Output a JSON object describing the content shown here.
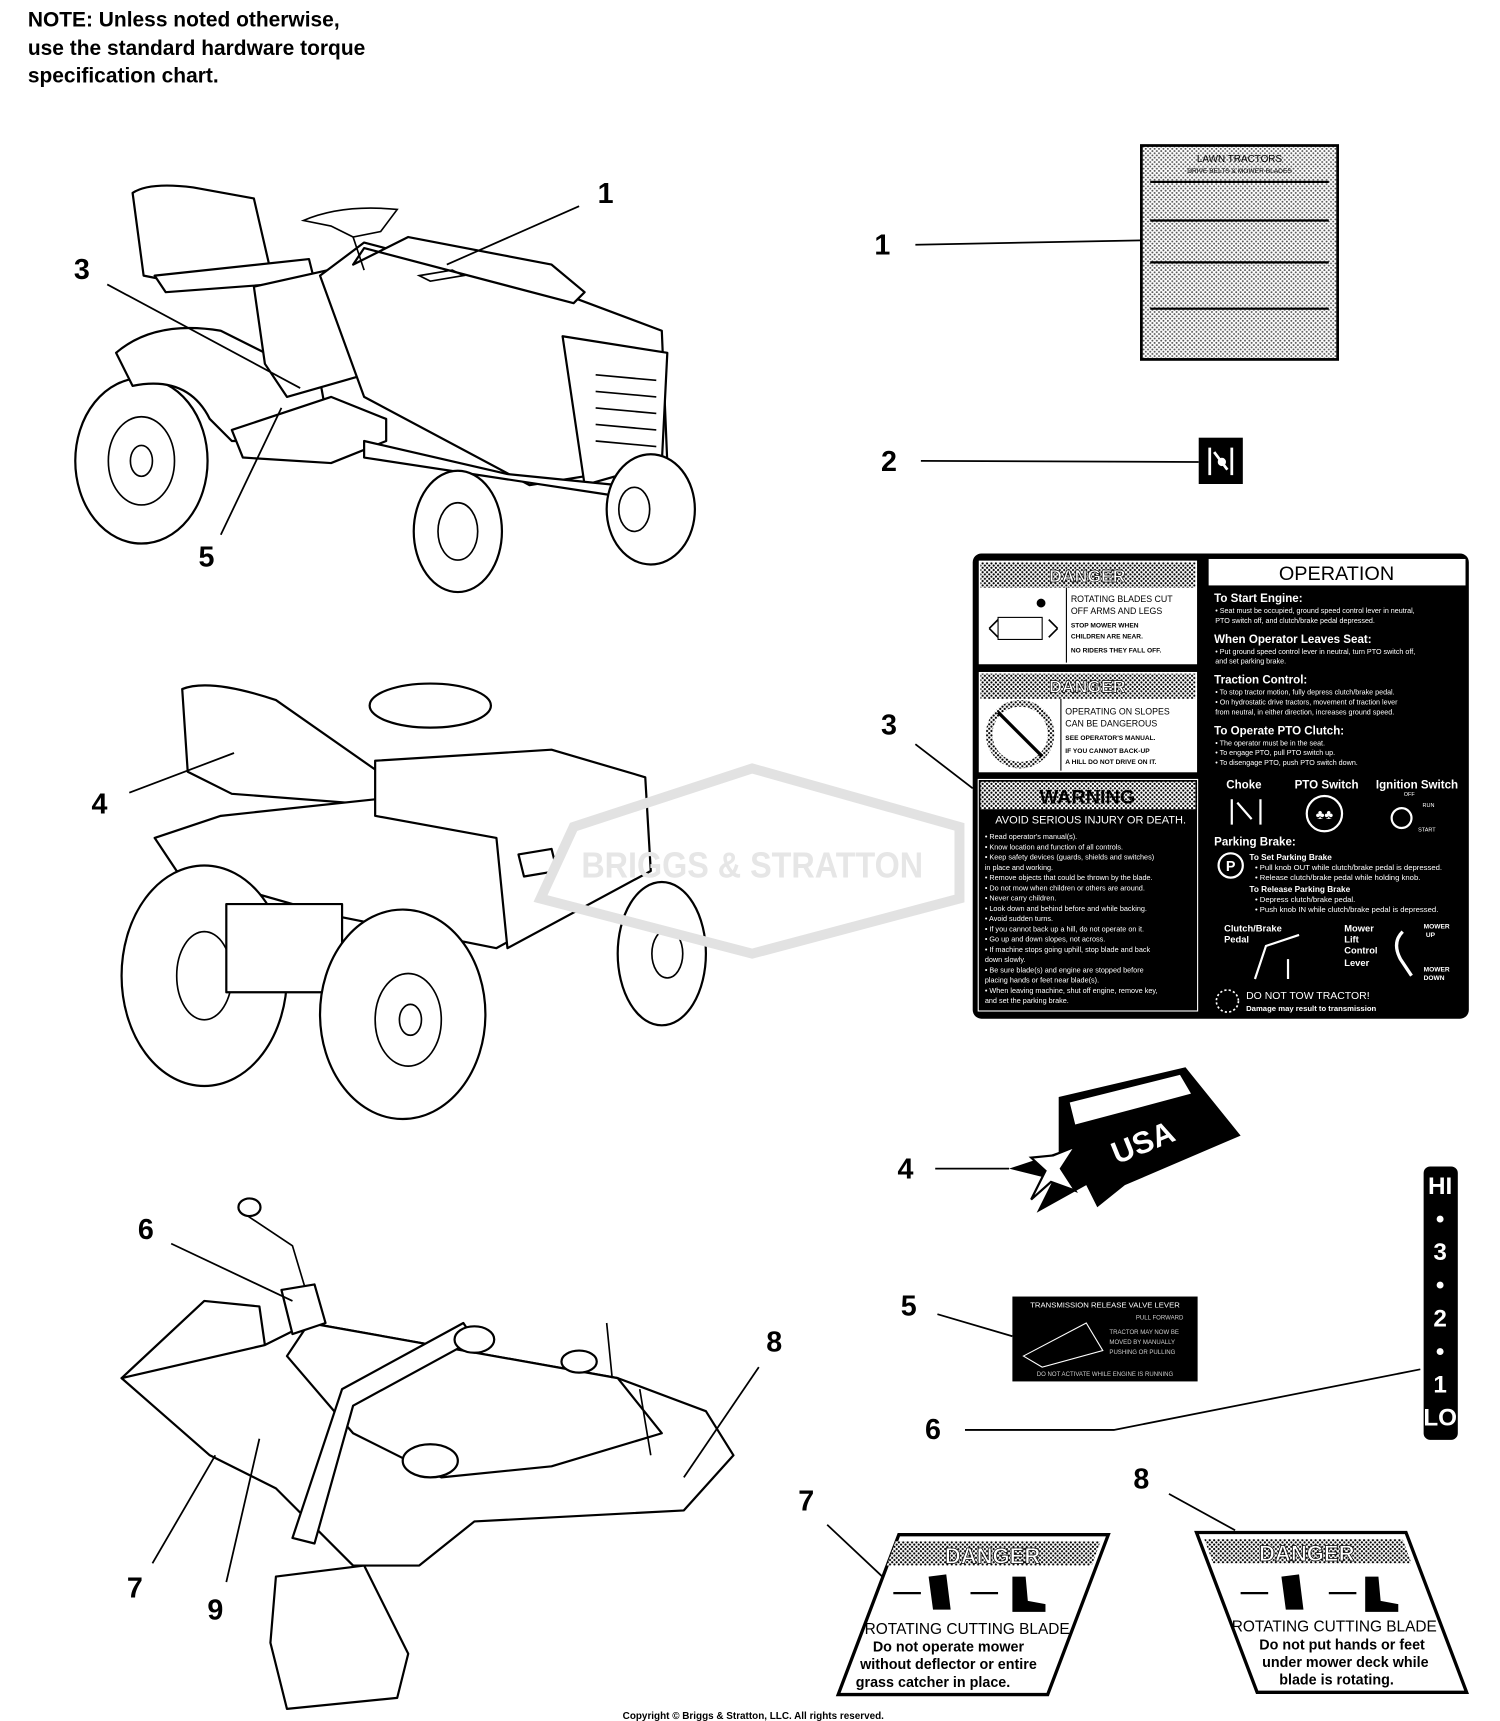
{
  "note": [
    "NOTE: Unless noted otherwise,",
    "use the standard hardware torque",
    "specification chart."
  ],
  "watermark": "BRIGGS & STRATTON",
  "callouts": {
    "tractor_front": [
      "1",
      "3",
      "5"
    ],
    "tractor_rear": [
      "4"
    ],
    "deck": [
      "6",
      "8",
      "7",
      "9"
    ],
    "decals": [
      "1",
      "2",
      "3",
      "4",
      "5",
      "6",
      "7",
      "8"
    ]
  },
  "decal1": {
    "title": "LAWN TRACTORS",
    "subtitle": "DRIVE BELTS & MOWER BLADES"
  },
  "decal2": {
    "icon": "choke-icon"
  },
  "decal3": {
    "danger1": {
      "header": "DANGER",
      "lines": [
        "ROTATING BLADES CUT",
        "OFF ARMS AND LEGS",
        "STOP MOWER WHEN",
        "CHILDREN ARE NEAR.",
        "NO RIDERS    THEY FALL OFF."
      ]
    },
    "danger2": {
      "header": "DANGER",
      "lines": [
        "OPERATING ON SLOPES",
        "CAN BE DANGEROUS",
        "SEE OPERATOR'S MANUAL.",
        "IF YOU CANNOT BACK-UP",
        "A HILL    DO NOT DRIVE ON IT."
      ]
    },
    "warning": {
      "header": "WARNING",
      "subheader": "AVOID SERIOUS INJURY OR DEATH.",
      "bullets": [
        "• Read operator's manual(s).",
        "• Know location and function of all controls.",
        "• Keep safety devices (guards, shields and switches)",
        "   in place and working.",
        "• Remove objects that could be thrown by the blade.",
        "• Do not mow when children or others are around.",
        "• Never carry children.",
        "• Look down and behind before and while backing.",
        "• Avoid sudden turns.",
        "• If you cannot back up a hill, do not operate on it.",
        "• Go up and down slopes, not across.",
        "• If machine stops going uphill, stop blade and back",
        "   down slowly.",
        "• Be sure blade(s) and engine are stopped before",
        "   placing hands or feet near blade(s).",
        "• When leaving machine, shut off engine, remove key,",
        "   and set the parking brake."
      ]
    },
    "operation": {
      "title": "OPERATION",
      "sections": [
        {
          "heading": "To Start Engine:",
          "lines": [
            "• Seat must be occupied, ground speed control lever in neutral,",
            "  PTO switch off, and clutch/brake pedal depressed."
          ]
        },
        {
          "heading": "When Operator Leaves Seat:",
          "lines": [
            "• Put ground speed control lever in neutral, turn PTO switch off,",
            "  and set parking brake."
          ]
        },
        {
          "heading": "Traction Control:",
          "lines": [
            "• To stop tractor motion, fully depress clutch/brake pedal.",
            "• On hydrostatic drive tractors, movement of traction lever",
            "  from neutral, in either direction, increases ground speed."
          ]
        },
        {
          "heading": "To Operate PTO Clutch:",
          "lines": [
            "• The operator must be in the seat.",
            "• To engage PTO, pull PTO switch up.",
            "• To disengage PTO, push PTO switch down."
          ]
        }
      ],
      "controls": {
        "choke": "Choke",
        "pto": "PTO Switch",
        "ignition": "Ignition Switch",
        "off": "OFF",
        "run": "RUN",
        "start": "START"
      },
      "parking": {
        "heading": "Parking Brake:",
        "set_title": "To Set Parking Brake",
        "set_lines": [
          "• Pull knob OUT while clutch/brake pedal is depressed.",
          "• Release clutch/brake pedal while holding knob."
        ],
        "release_title": "To Release Parking Brake",
        "release_lines": [
          "• Depress clutch/brake pedal.",
          "• Push knob IN while clutch/brake pedal is depressed."
        ]
      },
      "clutch": [
        "Clutch/Brake",
        "Pedal"
      ],
      "mower": [
        "Mower",
        "Lift",
        "Control",
        "Lever"
      ],
      "mower_up": [
        "MOWER",
        "UP"
      ],
      "mower_down": [
        "MOWER",
        "DOWN"
      ],
      "tow": "DO NOT TOW TRACTOR!",
      "tow_sub": "Damage may result to transmission"
    }
  },
  "decal4": {
    "text": "USA"
  },
  "decal5": {
    "title": "TRANSMISSION RELEASE VALVE LEVER",
    "lines": [
      "PULL FORWARD",
      "TRACTOR MAY NOW BE",
      "MOVED BY MANUALLY",
      "PUSHING OR PULLING"
    ],
    "footer": "DO NOT ACTIVATE WHILE ENGINE IS RUNNING"
  },
  "decal6": {
    "labels": [
      "HI",
      "•",
      "3",
      "•",
      "2",
      "•",
      "1",
      "LO"
    ]
  },
  "decal7": {
    "header": "DANGER",
    "lines": [
      "ROTATING CUTTING BLADE",
      "Do not operate mower",
      "without deflector or entire",
      "grass catcher in place."
    ]
  },
  "decal8": {
    "header": "DANGER",
    "lines": [
      "ROTATING CUTTING BLADE",
      "Do not put hands or feet",
      "under mower deck while",
      "blade is rotating."
    ]
  },
  "copyright": "Copyright © Briggs & Stratton, LLC. All rights reserved."
}
